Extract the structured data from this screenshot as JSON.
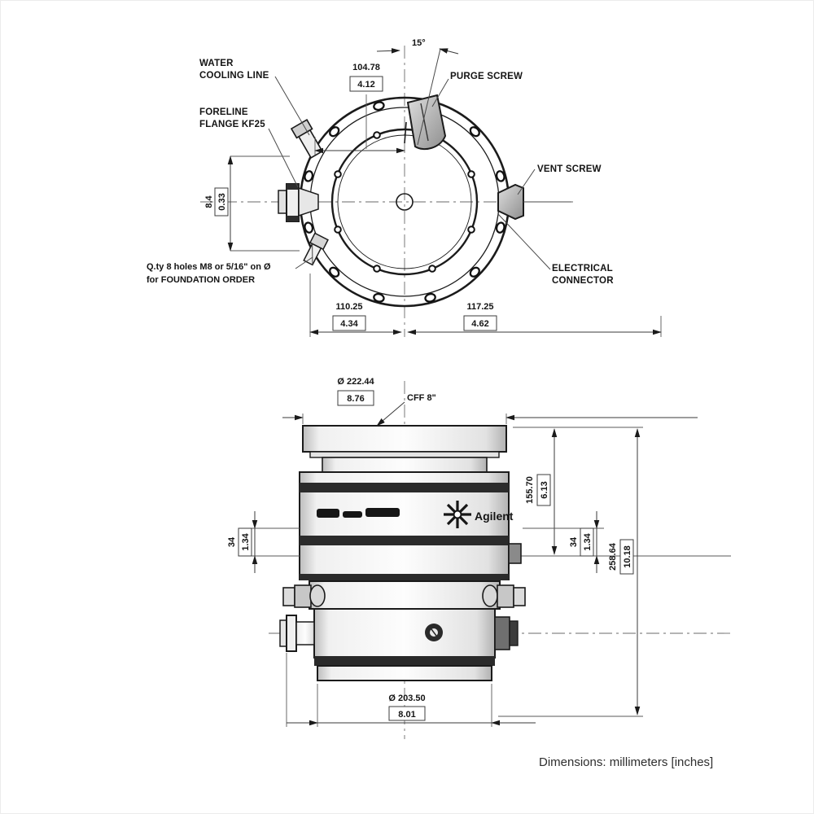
{
  "footer": {
    "note": "Dimensions: millimeters [inches]"
  },
  "top_view": {
    "labels": {
      "water_cooling_1": "WATER",
      "water_cooling_2": "COOLING LINE",
      "foreline_1": "FORELINE",
      "foreline_2": "FLANGE KF25",
      "purge_screw": "PURGE SCREW",
      "vent_screw": "VENT SCREW",
      "electrical_1": "ELECTRICAL",
      "electrical_2": "CONNECTOR",
      "foundation_1": "Q.ty 8 holes M8 or 5/16\" on Ø",
      "foundation_2": "for FOUNDATION ORDER"
    },
    "dims": {
      "angle": "15°",
      "top_mm": "104.78",
      "top_in": "4.12",
      "bottom_left_mm": "110.25",
      "bottom_left_in": "4.34",
      "bottom_right_mm": "117.25",
      "bottom_right_in": "4.62",
      "left_mm": "8.4",
      "left_in": "0.33"
    }
  },
  "side_view": {
    "logo": "Agilent",
    "dims": {
      "flange_dia_mm": "Ø 222.44",
      "flange_dia_in": "8.76",
      "flange_type": "CFF 8\"",
      "upper_height_mm": "155.70",
      "upper_height_in": "6.13",
      "offset_left_mm": "34",
      "offset_left_in": "1.34",
      "offset_right_mm": "34",
      "offset_right_in": "1.34",
      "overall_height_mm": "258.64",
      "overall_height_in": "10.18",
      "base_dia_mm": "Ø 203.50",
      "base_dia_in": "8.01"
    }
  }
}
